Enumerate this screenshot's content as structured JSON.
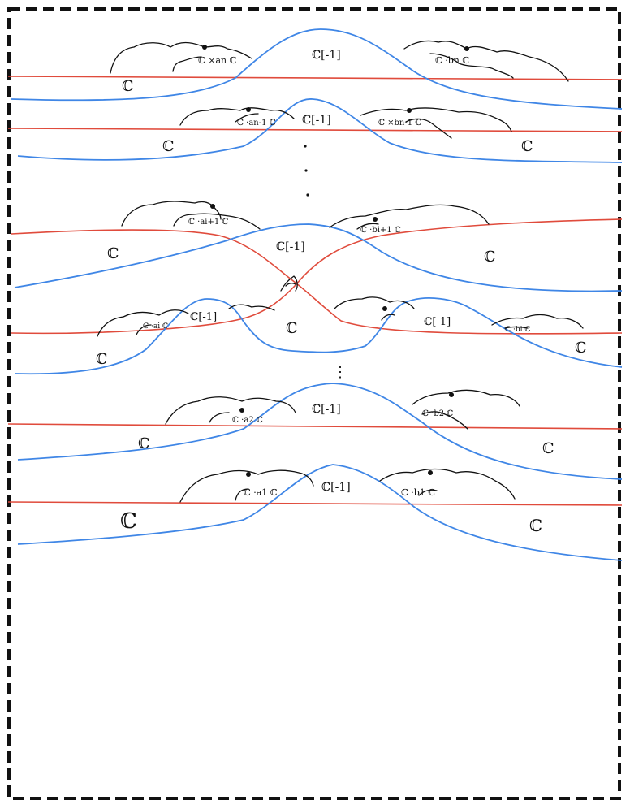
{
  "diagram": {
    "colors": {
      "frame": "#111111",
      "red_line": "#e04b3c",
      "blue_line": "#3f86e6",
      "ink": "#111111"
    },
    "bands": [
      {
        "id": "band-1",
        "region_left": "ℂ",
        "region_center": "ℂ[-1]",
        "region_right": "",
        "map_left": "ℂ ×an ℂ",
        "map_right": "ℂ ·bn ℂ"
      },
      {
        "id": "band-2",
        "region_left": "ℂ",
        "region_center": "ℂ[-1]",
        "region_right": "ℂ",
        "map_left": "ℂ ·an-1 ℂ",
        "map_right": "ℂ ×bn-1 ℂ"
      },
      {
        "id": "band-3",
        "region_left": "ℂ",
        "region_center": "ℂ[-1]",
        "region_right": "ℂ",
        "map_left": "ℂ ·ai+1 ℂ",
        "map_right": "ℂ ·bi+1 ℂ"
      },
      {
        "id": "band-4",
        "region_left": "ℂ",
        "region_center_left": "ℂ[-1]",
        "region_center": "ℂ",
        "region_center_right": "ℂ[-1]",
        "region_right": "ℂ",
        "map_left": "ℂ ·ai ℂ",
        "map_right": "ℂ ·bi ℂ"
      },
      {
        "id": "band-5",
        "region_left": "ℂ",
        "region_center": "ℂ[-1]",
        "region_right": "ℂ",
        "map_left": "ℂ ·a2 ℂ",
        "map_right": "ℂ ·b2 ℂ"
      },
      {
        "id": "band-6",
        "region_left": "ℂ",
        "region_center": "ℂ[-1]",
        "region_right": "ℂ",
        "map_left": "ℂ ·a1 ℂ",
        "map_right": "ℂ ·b1 ℂ"
      }
    ],
    "ellipsis_vertical": "⋮"
  }
}
